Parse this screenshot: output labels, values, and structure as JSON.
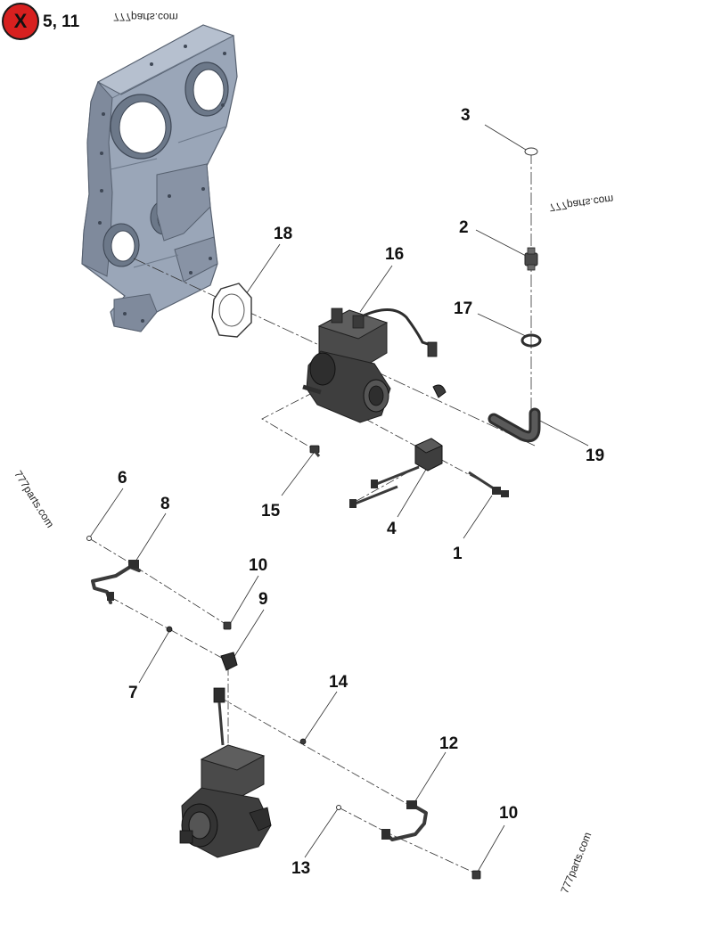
{
  "header": {
    "close_glyph": "X",
    "reference_text": "5, 11"
  },
  "watermarks": [
    "777parts.com",
    "777parts.com",
    "777parts.com",
    "777parts.com"
  ],
  "callouts": {
    "c1": "1",
    "c2": "2",
    "c3": "3",
    "c4": "4",
    "c6": "6",
    "c7": "7",
    "c8": "8",
    "c9": "9",
    "c10a": "10",
    "c10b": "10",
    "c12": "12",
    "c13": "13",
    "c14": "14",
    "c15": "15",
    "c16": "16",
    "c17": "17",
    "c18": "18",
    "c19": "19"
  },
  "colors": {
    "housing": "#9aa6b8",
    "housing_dark": "#6c7889",
    "part": "#4a4a4a",
    "part_dark": "#2e2e2e",
    "leader": "#333333",
    "badge": "#d7201f"
  }
}
